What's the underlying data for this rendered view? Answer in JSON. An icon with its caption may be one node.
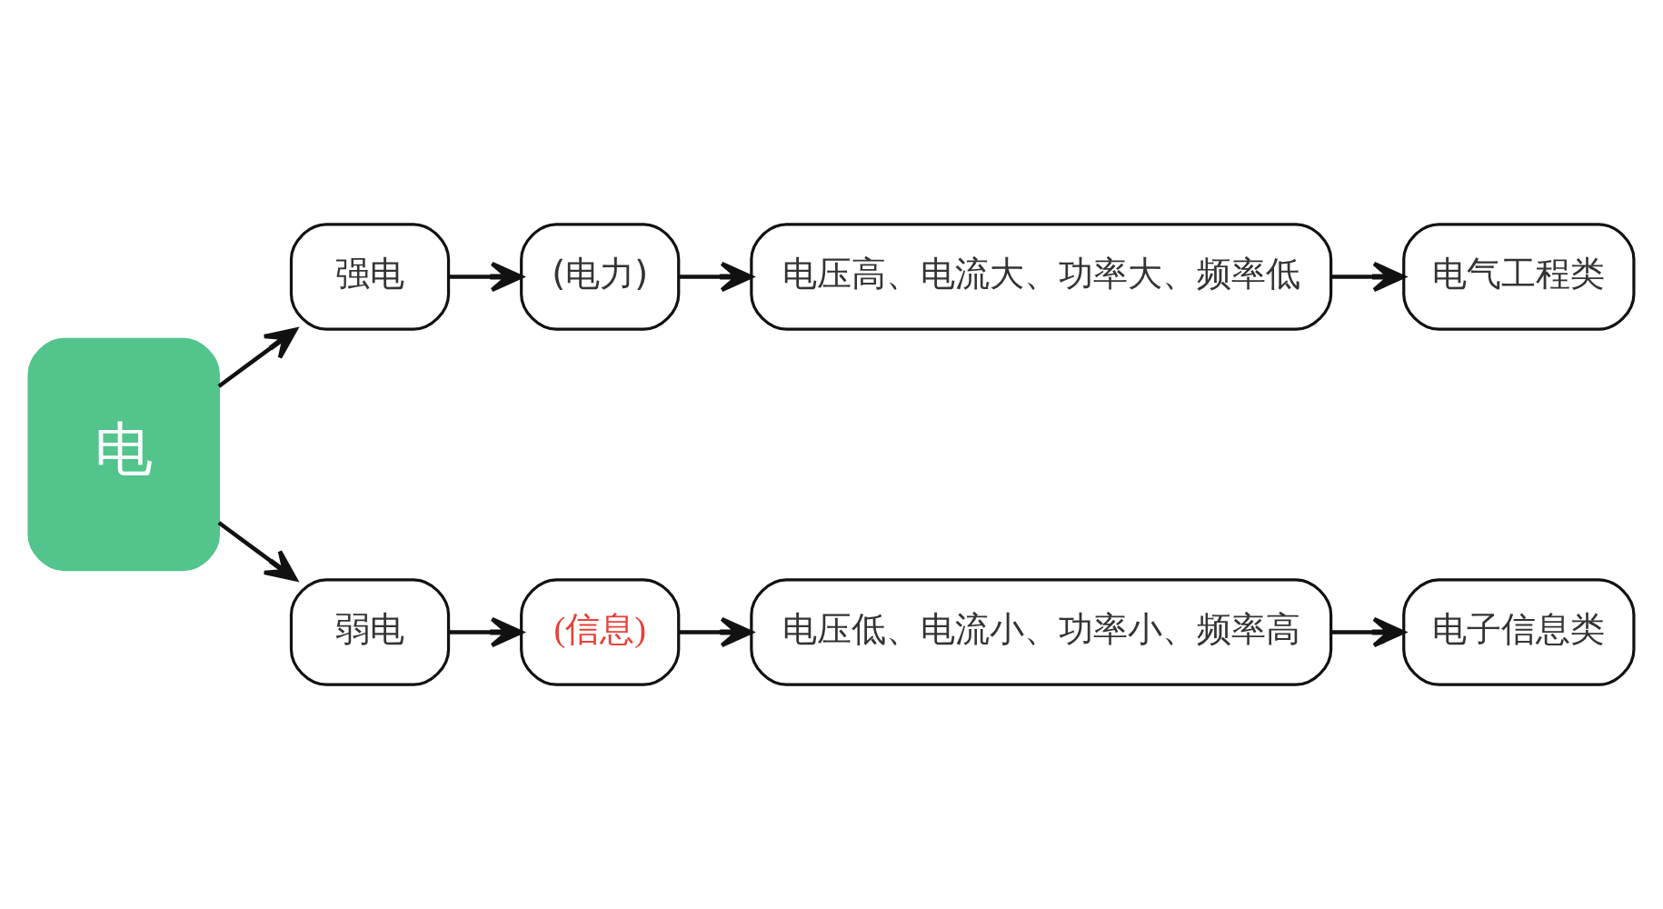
{
  "diagram": {
    "nodes": [
      {
        "text": [
          "电"
        ]
      },
      {
        "text": [
          "强电"
        ]
      },
      {
        "text": [
          "(电力)"
        ]
      },
      {
        "text": [
          "电压高、电流大、功率大、频率低"
        ]
      },
      {
        "text": [
          "电气工程类"
        ]
      },
      {
        "text": [
          "弱电"
        ]
      },
      {
        "text": [
          "(信息)"
        ]
      },
      {
        "text": [
          "电压低、电流小、功率小、频率高"
        ]
      },
      {
        "text": [
          "电子信息类"
        ]
      }
    ],
    "edges": [
      {
        "from": 0,
        "to": 1,
        "arrow": "to"
      },
      {
        "from": 1,
        "to": 2,
        "arrow": "to"
      },
      {
        "from": 2,
        "to": 3,
        "arrow": "to"
      },
      {
        "from": 3,
        "to": 4,
        "arrow": "to"
      },
      {
        "from": 0,
        "to": 5,
        "arrow": "to"
      },
      {
        "from": 5,
        "to": 6,
        "arrow": "to"
      },
      {
        "from": 6,
        "to": 7,
        "arrow": "to"
      },
      {
        "from": 7,
        "to": 8,
        "arrow": "to"
      }
    ]
  }
}
